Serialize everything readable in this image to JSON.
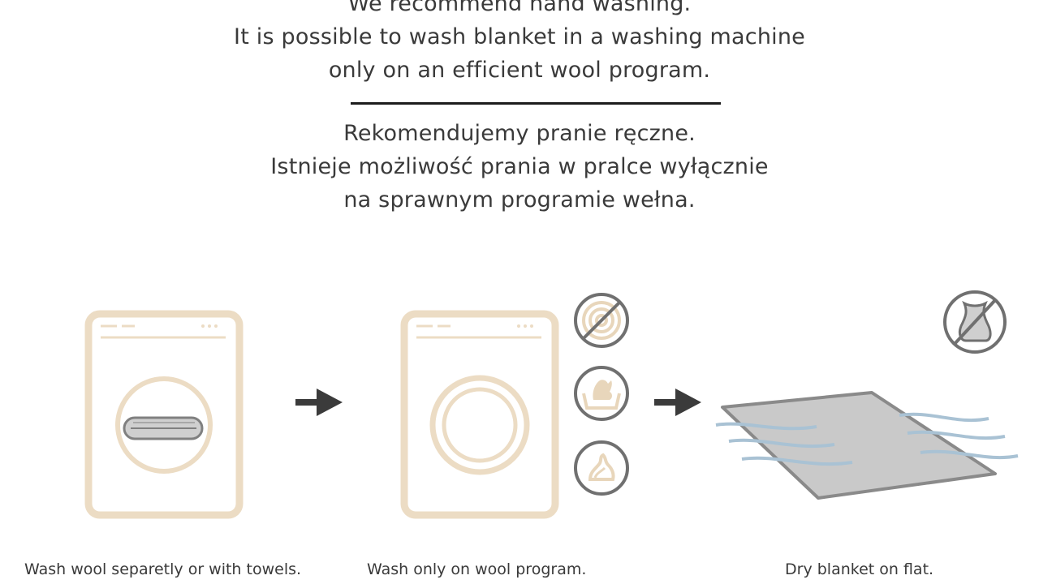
{
  "instructions": {
    "english": [
      "We recommend hand washing.",
      "It is possible to wash blanket in a washing machine",
      "only on an efficient wool program."
    ],
    "polish": [
      "Rekomendujemy pranie ręczne.",
      "Istnieje możliwość prania w pralce wyłącznie",
      "na sprawnym programie wełna."
    ]
  },
  "steps": [
    {
      "caption": "Wash wool separetly or with towels.",
      "icon": "washing-machine-with-towels-icon"
    },
    {
      "caption": "Wash only on wool program.",
      "icon": "washing-machine-wool-program-icon"
    },
    {
      "caption": "Dry blanket on flat.",
      "icon": "flat-drying-blanket-icon"
    }
  ],
  "care_symbols": [
    "no-tumble-dry-icon",
    "hand-wash-icon",
    "wool-icon",
    "do-not-hang-dry-icon"
  ],
  "colors": {
    "machine_outline": "#ecdcc4",
    "text": "#3a3a3a",
    "symbol_gray": "#707070",
    "symbol_fill": "#e8d6bb",
    "blanket": "#c9c9c9",
    "wind": "#a9c2d4",
    "arrow": "#3b3b3b"
  }
}
